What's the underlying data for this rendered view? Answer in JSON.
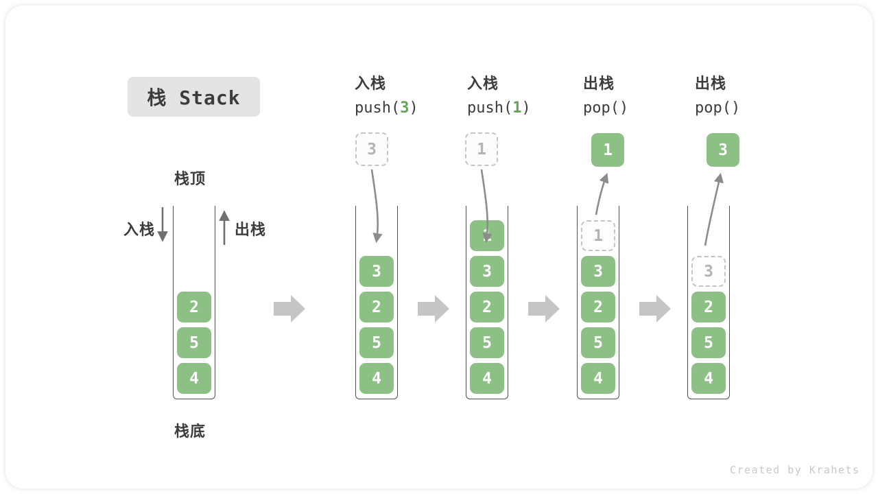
{
  "title": "栈 Stack",
  "watermark": "Created by Krahets",
  "labels": {
    "stack_top": "栈顶",
    "stack_bottom": "栈底",
    "push_side": "入栈",
    "pop_side": "出栈"
  },
  "columns": [
    {
      "op": "入栈",
      "fn": "push(",
      "arg": "3",
      "close": ")"
    },
    {
      "op": "入栈",
      "fn": "push(",
      "arg": "1",
      "close": ")"
    },
    {
      "op": "出栈",
      "fn": "pop(",
      "arg": "",
      "close": ")"
    },
    {
      "op": "出栈",
      "fn": "pop(",
      "arg": "",
      "close": ")"
    }
  ],
  "floating_boxes": [
    {
      "style": "dashed",
      "value": "3"
    },
    {
      "style": "dashed",
      "value": "1"
    },
    {
      "style": "solid",
      "value": "1"
    },
    {
      "style": "solid",
      "value": "3"
    }
  ],
  "stacks": [
    {
      "cells": [
        {
          "v": "2"
        },
        {
          "v": "5"
        },
        {
          "v": "4"
        }
      ]
    },
    {
      "cells": [
        {
          "v": "3"
        },
        {
          "v": "2"
        },
        {
          "v": "5"
        },
        {
          "v": "4"
        }
      ]
    },
    {
      "cells": [
        {
          "v": "1"
        },
        {
          "v": "3"
        },
        {
          "v": "2"
        },
        {
          "v": "5"
        },
        {
          "v": "4"
        }
      ]
    },
    {
      "cells": [
        {
          "v": "1",
          "ghost": true
        },
        {
          "v": "3"
        },
        {
          "v": "2"
        },
        {
          "v": "5"
        },
        {
          "v": "4"
        }
      ]
    },
    {
      "cells": [
        {
          "v": "3",
          "ghost": true
        },
        {
          "v": "2"
        },
        {
          "v": "5"
        },
        {
          "v": "4"
        }
      ]
    }
  ],
  "colors": {
    "cell_green": "#8cc084",
    "arg_green": "#67a259",
    "flow_arrow_gray": "#c5c5c5",
    "curve_arrow_gray": "#8c8c8c",
    "straight_arrow_gray": "#6f6f6f",
    "ghost_gray": "#b3b3b3",
    "text_dark": "#3c3c3c",
    "title_bg": "#e4e4e4",
    "watermark_gray": "#c9c9c9"
  }
}
